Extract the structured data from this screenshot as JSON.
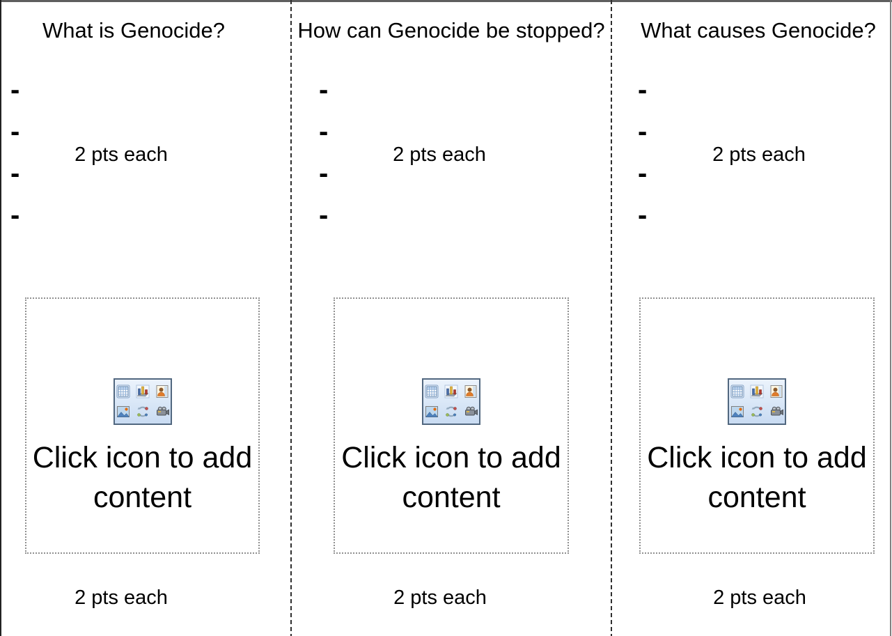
{
  "slide": {
    "panels": [
      {
        "title": "What is Genocide?",
        "bullets": [
          "-",
          "-",
          "-",
          "-"
        ],
        "mid_points_label": "2 pts each",
        "content_prompt": "Click icon to add content",
        "bottom_points_label": "2 pts each"
      },
      {
        "title": "How can Genocide be stopped?",
        "bullets": [
          "-",
          "-",
          "-",
          "-"
        ],
        "mid_points_label": "2 pts each",
        "content_prompt": "Click icon to add content",
        "bottom_points_label": "2 pts each"
      },
      {
        "title": "What causes Genocide?",
        "bullets": [
          "-",
          "-",
          "-",
          "-"
        ],
        "mid_points_label": "2 pts each",
        "content_prompt": "Click icon to add content",
        "bottom_points_label": "2 pts each"
      }
    ],
    "placeholder_icons": [
      "insert-table-icon",
      "insert-chart-icon",
      "clip-art-icon",
      "insert-picture-icon",
      "smart-art-icon",
      "media-clip-icon"
    ],
    "colors": {
      "background": "#ffffff",
      "text": "#000000",
      "divider": "#2e2e2e",
      "outer_border": "#5e5e5e",
      "placeholder_border": "#8f8f8f",
      "palette_border": "#51677f",
      "palette_background": "#dce9f8"
    }
  }
}
